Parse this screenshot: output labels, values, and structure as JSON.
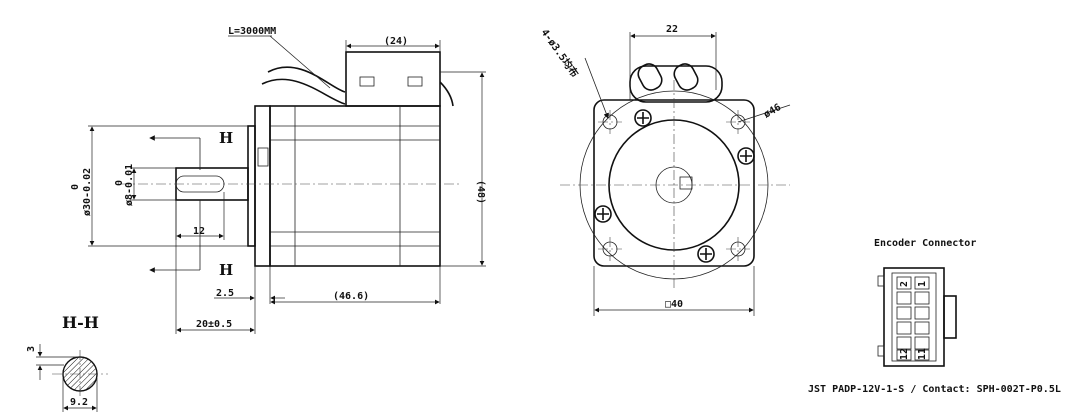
{
  "side_view": {
    "cable_length": "L=3000MM",
    "conn_width": "(24)",
    "height": "(48)",
    "flange_thk": "2.5",
    "body_len": "(46.6)",
    "shaft_len": "20±0.5",
    "key_len": "12",
    "shaft_dia": "ø8-0.01",
    "shaft_dia_upper": "0",
    "pilot_dia": "ø30-0.02",
    "pilot_dia_upper": "0",
    "section_mark_top": "H",
    "section_mark_bottom": "H"
  },
  "section_view": {
    "title": "H-H",
    "flat_depth": "3",
    "flat_width": "9.2"
  },
  "front_view": {
    "holes_note": "4-ø3.5均布",
    "cable_spacing": "22",
    "bolt_circle": "ø46",
    "square_size": "□40"
  },
  "connector": {
    "title": "Encoder Connector",
    "pin_1": "1",
    "pin_2": "2",
    "pin_11": "11",
    "pin_12": "12",
    "note": "JST PADP-12V-1-S / Contact: SPH-002T-P0.5L"
  }
}
